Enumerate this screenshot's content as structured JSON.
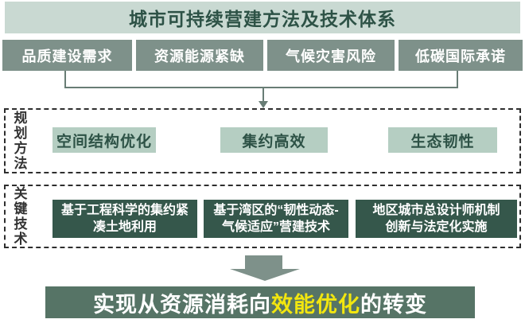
{
  "title": "城市可持续营建方法及技术体系",
  "pressures": [
    {
      "label": "品质建设需求"
    },
    {
      "label": "资源能源紧缺"
    },
    {
      "label": "气候灾害风险"
    },
    {
      "label": "低碳国际承诺"
    }
  ],
  "planning": {
    "side_label": "规划方法",
    "items": [
      {
        "label": "空间结构优化"
      },
      {
        "label": "集约高效"
      },
      {
        "label": "生态韧性"
      }
    ]
  },
  "key_tech": {
    "side_label": "关键技术",
    "items": [
      {
        "line1": "基于工程科学的集约紧",
        "line2": "凑土地利用"
      },
      {
        "line1": "基于湾区的“韧性动态-",
        "line2": "气候适应”营建技术"
      },
      {
        "line1": "地区城市总设计师机制",
        "line2": "创新与法定化实施"
      }
    ]
  },
  "banner": {
    "prefix": "实现从资源消耗向",
    "highlight": "效能优化",
    "suffix": "的转变"
  },
  "colors": {
    "title_bg": "#c9d9d2",
    "title_text": "#2d5246",
    "pressure_box_bg": "#7e918a",
    "pressure_box_text": "#ffffff",
    "light_box_bg": "#b5cec2",
    "light_box_text": "#2d5246",
    "dark_box_bg": "#35574b",
    "dark_box_text": "#ffffff",
    "connector_line": "#687d75",
    "dashed_border": "#2e2e2e",
    "big_arrow": "#7e918a",
    "banner_bg": "#567466",
    "banner_text": "#ffffff",
    "banner_highlight": "#f2e60f"
  }
}
